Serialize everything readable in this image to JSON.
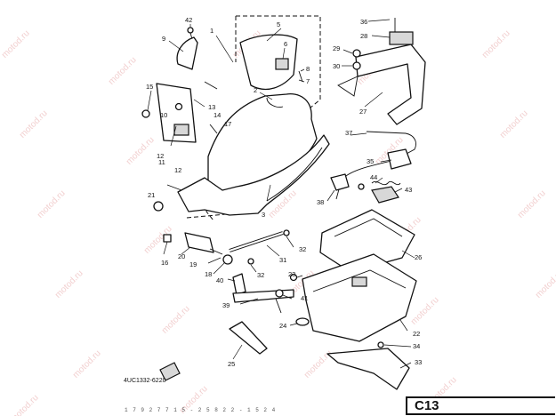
{
  "watermark": "motod.ru",
  "catalog_code": "4UC1332-6220",
  "page_ref": "C13",
  "footer_code": "1 7 9 2 7 7 1 5 - 2 5 8 2 2 - 1 5 2 4",
  "callouts": [
    "42",
    "1",
    "9",
    "5",
    "6",
    "8",
    "7",
    "15",
    "13",
    "10",
    "14",
    "17",
    "2",
    "12",
    "11",
    "12",
    "21",
    "16",
    "20",
    "18",
    "19",
    "3",
    "32",
    "31",
    "32",
    "40",
    "41",
    "39",
    "24",
    "25",
    "36",
    "28",
    "29",
    "30",
    "27",
    "37",
    "35",
    "44",
    "38",
    "43",
    "26",
    "23",
    "22",
    "34",
    "33"
  ]
}
